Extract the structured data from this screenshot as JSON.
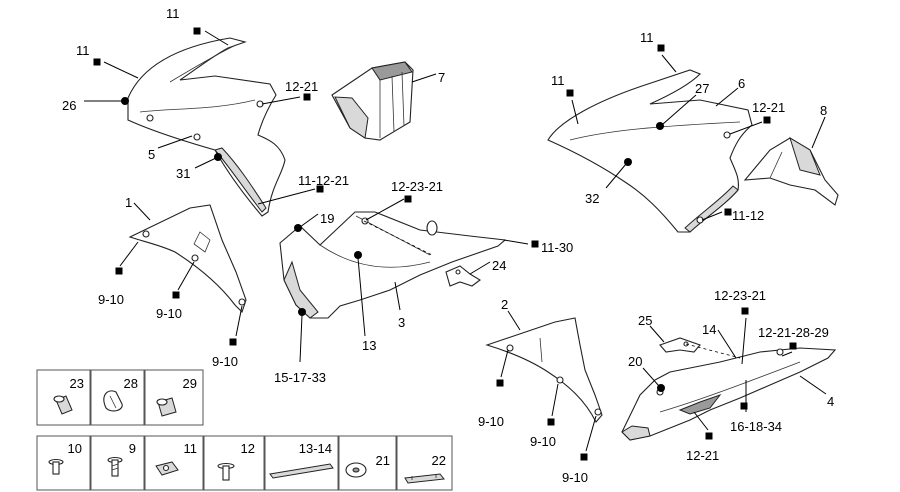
{
  "labels": {
    "l11a": "11",
    "l11b": "11",
    "l26": "26",
    "l12_21a": "12-21",
    "l7": "7",
    "l5": "5",
    "l31": "31",
    "l11_12_21": "11-12-21",
    "l12_23_21a": "12-23-21",
    "l1": "1",
    "l19": "19",
    "l11_30": "11-30",
    "l9_10a": "9-10",
    "l9_10b": "9-10",
    "l9_10c": "9-10",
    "l24": "24",
    "l13": "13",
    "l3": "3",
    "l15_17_33": "15-17-33",
    "l11c": "11",
    "l11d": "11",
    "l27": "27",
    "l6": "6",
    "l12_21b": "12-21",
    "l8": "8",
    "l32": "32",
    "l11_12": "11-12",
    "l2": "2",
    "l12_23_21b": "12-23-21",
    "l25": "25",
    "l14": "14",
    "l12_21_28_29": "12-21-28-29",
    "l20": "20",
    "l4": "4",
    "l16_18_34": "16-18-34",
    "l12_21c": "12-21",
    "l9_10d": "9-10",
    "l9_10e": "9-10",
    "l9_10f": "9-10"
  },
  "hardware": [
    {
      "id": "23"
    },
    {
      "id": "28"
    },
    {
      "id": "29"
    },
    {
      "id": "10"
    },
    {
      "id": "9"
    },
    {
      "id": "11"
    },
    {
      "id": "12"
    },
    {
      "id": "13-14"
    },
    {
      "id": "21"
    },
    {
      "id": "22"
    }
  ]
}
